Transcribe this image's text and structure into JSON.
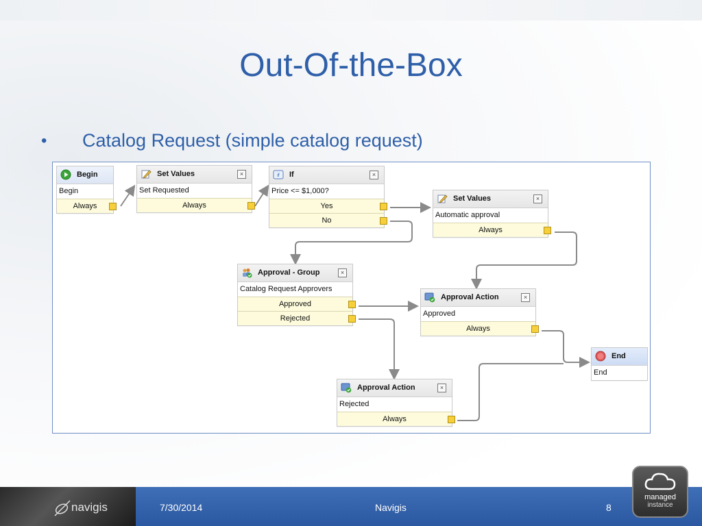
{
  "slide": {
    "title": "Out-Of-the-Box",
    "bullet_symbol": "•",
    "bullet_text": "Catalog Request (simple catalog request)"
  },
  "nodes": {
    "begin": {
      "title": "Begin",
      "desc": "Begin",
      "outputs": [
        "Always"
      ],
      "icon": "play-icon"
    },
    "set_values_1": {
      "title": "Set Values",
      "desc": "Set Requested",
      "outputs": [
        "Always"
      ],
      "icon": "pencil-icon"
    },
    "if": {
      "title": "If",
      "desc": "Price <= $1,000?",
      "outputs": [
        "Yes",
        "No"
      ],
      "icon": "if-icon"
    },
    "set_values_2": {
      "title": "Set Values",
      "desc": "Automatic approval",
      "outputs": [
        "Always"
      ],
      "icon": "pencil-icon"
    },
    "approval_group": {
      "title": "Approval - Group",
      "desc": "Catalog Request Approvers",
      "outputs": [
        "Approved",
        "Rejected"
      ],
      "icon": "group-approval-icon"
    },
    "approval_action_1": {
      "title": "Approval Action",
      "desc": "Approved",
      "outputs": [
        "Always"
      ],
      "icon": "approval-action-icon"
    },
    "end": {
      "title": "End",
      "desc": "End",
      "outputs": [],
      "icon": "stop-icon"
    },
    "approval_action_2": {
      "title": "Approval Action",
      "desc": "Rejected",
      "outputs": [
        "Always"
      ],
      "icon": "approval-action-icon"
    }
  },
  "close_glyph": "×",
  "footer": {
    "logo_text": "navigis",
    "date": "7/30/2014",
    "center": "Navigis",
    "page": "8",
    "badge_line1": "managed",
    "badge_line2": "instance"
  },
  "colors": {
    "title": "#2e5fa8",
    "footer": "#3463ad",
    "output_row": "#fdfbdc",
    "port": "#f7cf3a",
    "wire": "#8a8a8a"
  }
}
